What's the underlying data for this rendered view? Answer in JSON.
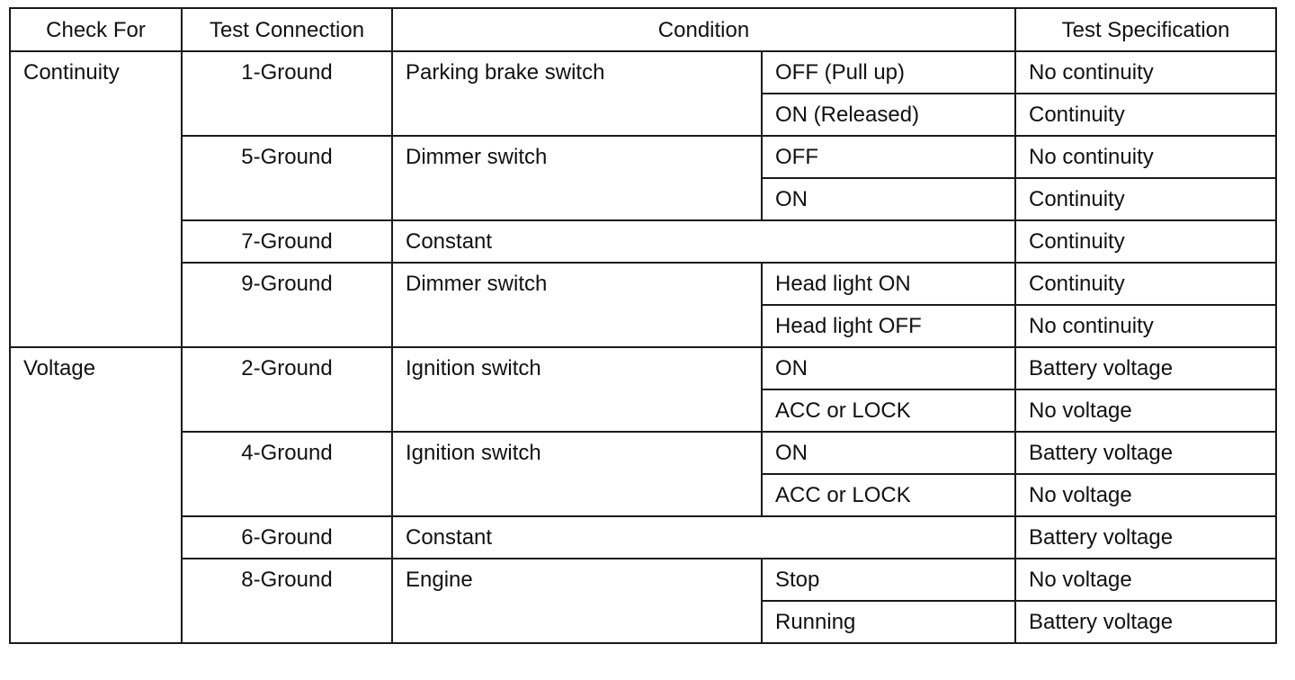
{
  "headers": {
    "check_for": "Check For",
    "test_connection": "Test Connection",
    "condition": "Condition",
    "test_specification": "Test Specification"
  },
  "groups": [
    {
      "check_for": "Continuity",
      "connections": [
        {
          "connection": "1-Ground",
          "condition": "Parking brake switch",
          "states": [
            {
              "state": "OFF (Pull up)",
              "spec": "No continuity"
            },
            {
              "state": "ON (Released)",
              "spec": "Continuity"
            }
          ]
        },
        {
          "connection": "5-Ground",
          "condition": "Dimmer switch",
          "states": [
            {
              "state": "OFF",
              "spec": "No continuity"
            },
            {
              "state": "ON",
              "spec": "Continuity"
            }
          ]
        },
        {
          "connection": "7-Ground",
          "condition": "Constant",
          "states": [
            {
              "state": "",
              "spec": "Continuity"
            }
          ]
        },
        {
          "connection": "9-Ground",
          "condition": "Dimmer switch",
          "states": [
            {
              "state": "Head light ON",
              "spec": "Continuity"
            },
            {
              "state": "Head light OFF",
              "spec": "No continuity"
            }
          ]
        }
      ]
    },
    {
      "check_for": "Voltage",
      "connections": [
        {
          "connection": "2-Ground",
          "condition": "Ignition switch",
          "states": [
            {
              "state": "ON",
              "spec": "Battery voltage"
            },
            {
              "state": "ACC or LOCK",
              "spec": "No voltage"
            }
          ]
        },
        {
          "connection": "4-Ground",
          "condition": "Ignition switch",
          "states": [
            {
              "state": "ON",
              "spec": "Battery voltage"
            },
            {
              "state": "ACC or LOCK",
              "spec": "No voltage"
            }
          ]
        },
        {
          "connection": "6-Ground",
          "condition": "Constant",
          "states": [
            {
              "state": "",
              "spec": "Battery voltage"
            }
          ]
        },
        {
          "connection": "8-Ground",
          "condition": "Engine",
          "states": [
            {
              "state": "Stop",
              "spec": "No voltage"
            },
            {
              "state": "Running",
              "spec": "Battery voltage"
            }
          ]
        }
      ]
    }
  ]
}
